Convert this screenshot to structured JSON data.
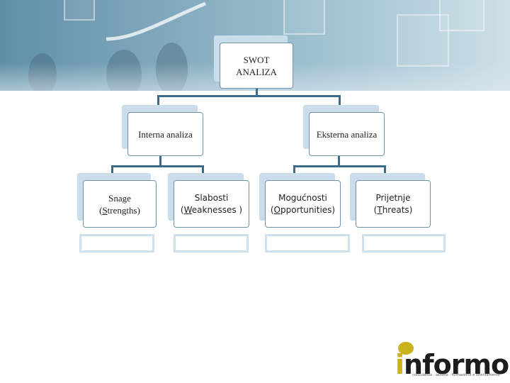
{
  "root": {
    "line1": "SWOT",
    "line2": "ANALIZA"
  },
  "internal": {
    "label": "Interna analiza"
  },
  "external": {
    "label": "Eksterna analiza"
  },
  "strengths": {
    "line1": "Snage",
    "open": "(",
    "initial": "S",
    "rest": "trengths)"
  },
  "weaknesses": {
    "line1": "Slabosti",
    "open": "(",
    "initial": "W",
    "rest": "eaknesses )"
  },
  "opportunities": {
    "line1": "Mogućnosti",
    "open": "(",
    "initial": "O",
    "rest": "pportunities)"
  },
  "threats": {
    "line1": "Prijetnje",
    "open": "(",
    "initial": "T",
    "rest": "hreats)"
  },
  "logo": {
    "first": "i",
    "rest": "nformo",
    "tagline": "consulenza · ascolto · formazione e orientamento"
  },
  "colors": {
    "connector": "#3c6c8c",
    "box_border": "#6f93ad",
    "box_shadow": "#c9ddeb",
    "banner": "#7ea7bb",
    "logo_accent": "#c9b21c"
  }
}
